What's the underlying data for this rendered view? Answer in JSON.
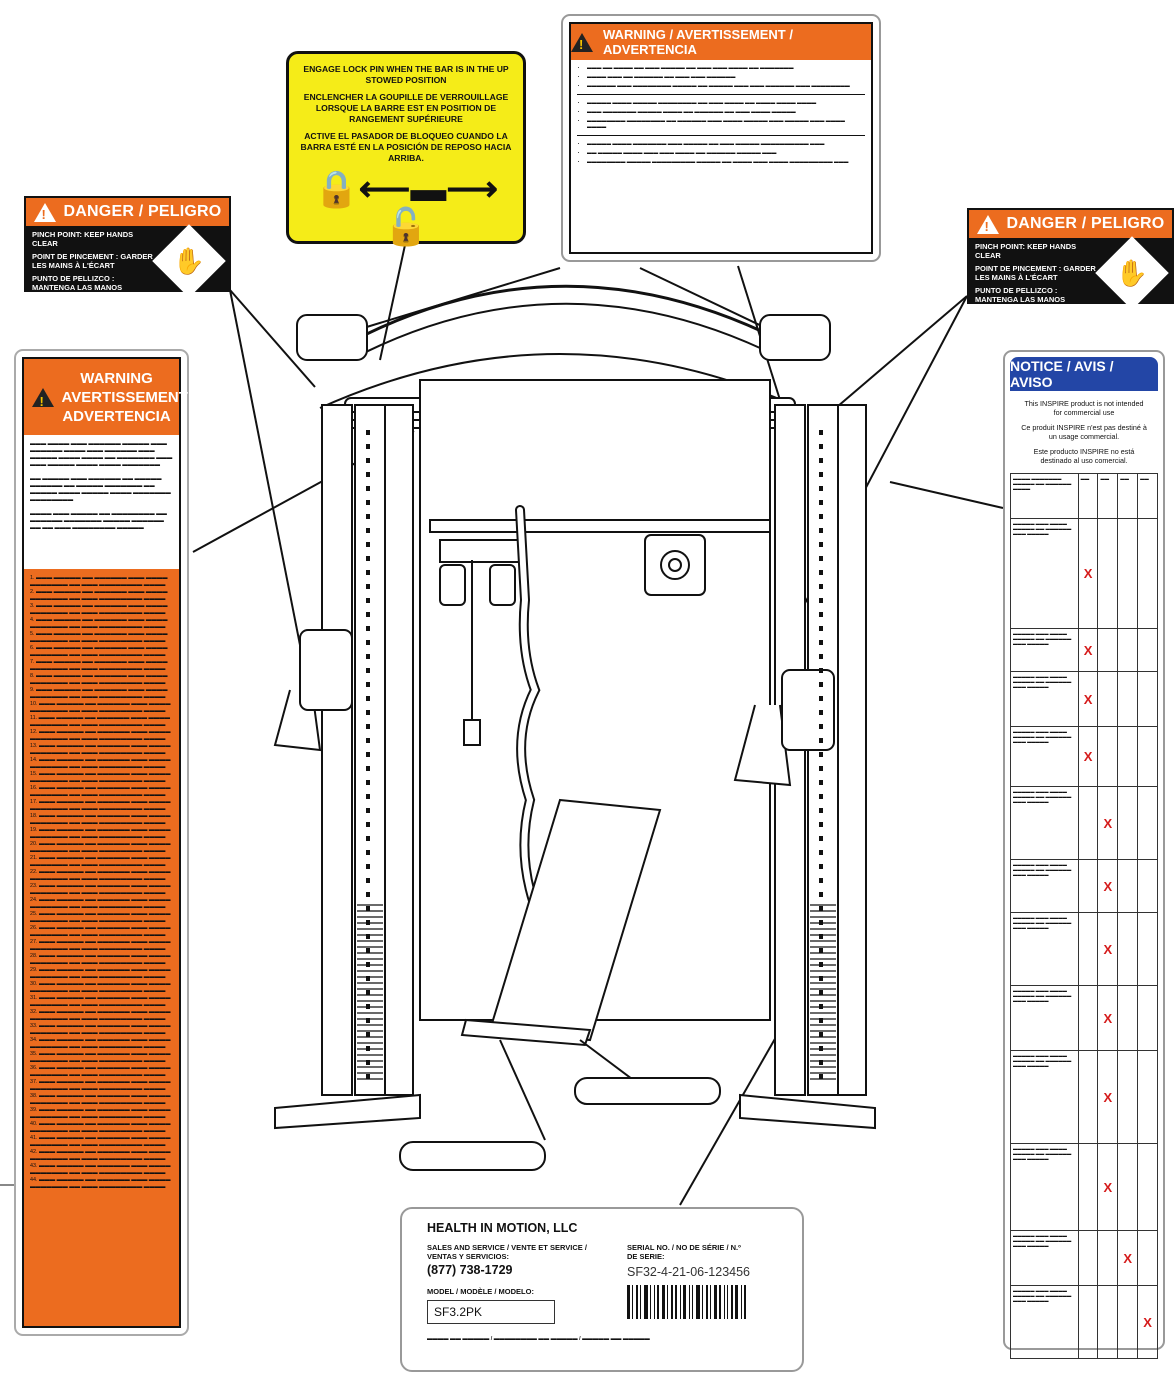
{
  "danger_labels": {
    "title": "DANGER / PELIGRO",
    "line1": "PINCH POINT: KEEP HANDS CLEAR",
    "line2": "POINT DE PINCEMENT : GARDER LES MAINS À L'ÉCART",
    "line3": "PUNTO DE PELLIZCO : MANTENGA LAS MANOS ALEJADAS"
  },
  "lock_label": {
    "en": "ENGAGE LOCK PIN WHEN THE BAR IS IN THE UP STOWED POSITION",
    "fr": "ENCLENCHER LA GOUPILLE DE VERROUILLAGE LORSQUE LA BARRE EST EN POSITION DE RANGEMENT SUPÉRIEURE",
    "es": "ACTIVE EL PASADOR DE BLOQUEO CUANDO LA BARRA ESTÉ EN LA POSICIÓN DE REPOSO HACIA ARRIBA."
  },
  "top_warning": {
    "title": "WARNING / AVERTISSEMENT / ADVERTENCIA"
  },
  "side_warning": {
    "title": "WARNING AVERTISSEMENT ADVERTENCIA"
  },
  "notice": {
    "title": "NOTICE / AVIS / AVISO",
    "en": "This INSPIRE product is not intended for commercial use",
    "fr": "Ce produit INSPIRE n'est pas destiné à un usage commercial.",
    "es": "Este producto INSPIRE no está destinado al uso comercial.",
    "marks": [
      "X",
      "X",
      "X",
      "X",
      "X",
      "X",
      "X",
      "X",
      "X",
      "X",
      "X",
      "X"
    ]
  },
  "serial_label": {
    "company": "HEALTH IN MOTION, LLC",
    "service_label": "SALES AND SERVICE / VENTE ET SERVICE / VENTAS Y SERVICIOS:",
    "phone": "(877) 738-1729",
    "serial_label": "SERIAL NO. / NO DE SÉRIE / N.º DE SERIE:",
    "serial": "SF32-4-21-06-123456",
    "model_label": "MODEL / MODÈLE / MODELO:",
    "model": "SF3.2PK"
  },
  "colors": {
    "orange": "#ec6c1f",
    "yellow": "#f5ec18",
    "notice_blue": "#2346a6",
    "mark_red": "#d51b1b"
  }
}
